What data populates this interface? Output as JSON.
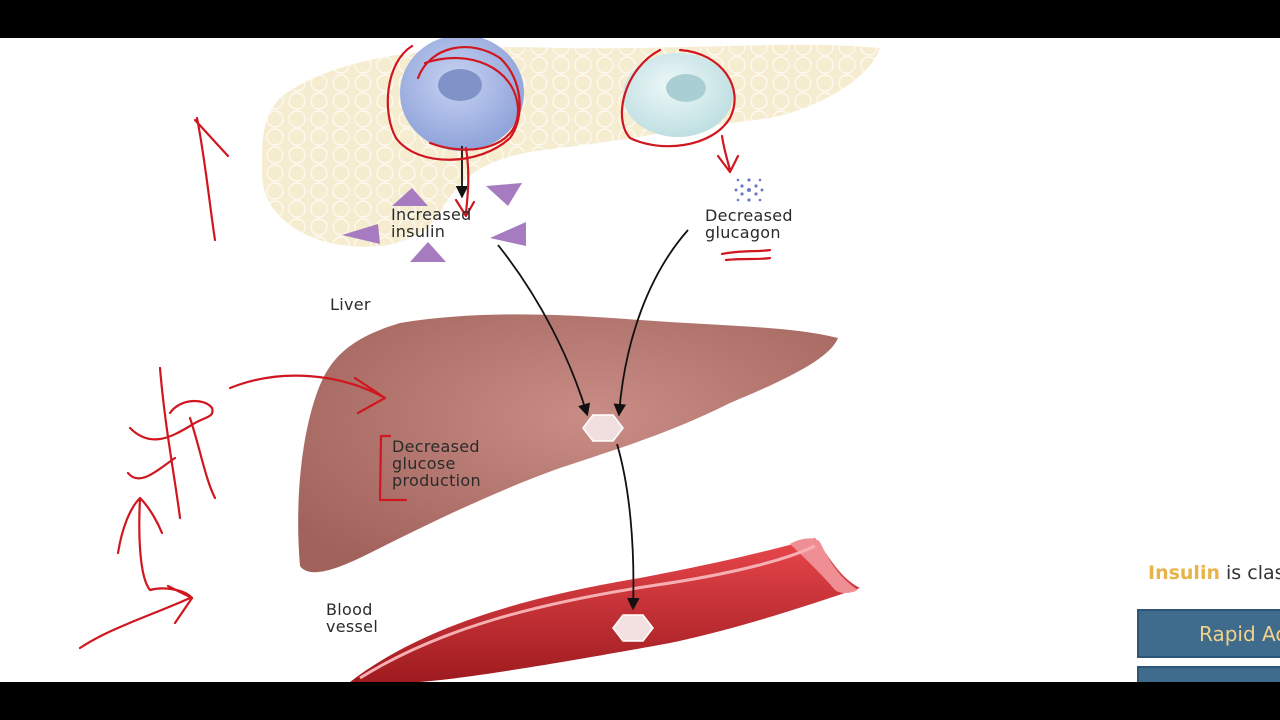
{
  "labels": {
    "increased_insulin": [
      "Increased",
      "insulin"
    ],
    "decreased_glucagon": [
      "Decreased",
      "glucagon"
    ],
    "liver": "Liver",
    "decreased_glucose": [
      "Decreased",
      "glucose",
      "production"
    ],
    "blood_vessel": [
      "Blood",
      "vessel"
    ]
  },
  "side_panel": {
    "keyword": "Insulin",
    "rest": " is clas",
    "button_label": "Rapid Ac"
  },
  "colors": {
    "pancreas": "#f6ecd0",
    "beta_cell": "#a9b9e6",
    "alpha_cell": "#d8eef0",
    "liver": "#b97b73",
    "vessel": "#c5282d",
    "annotation": "#d0161f",
    "insulin_triangle": "#a67bc0"
  }
}
